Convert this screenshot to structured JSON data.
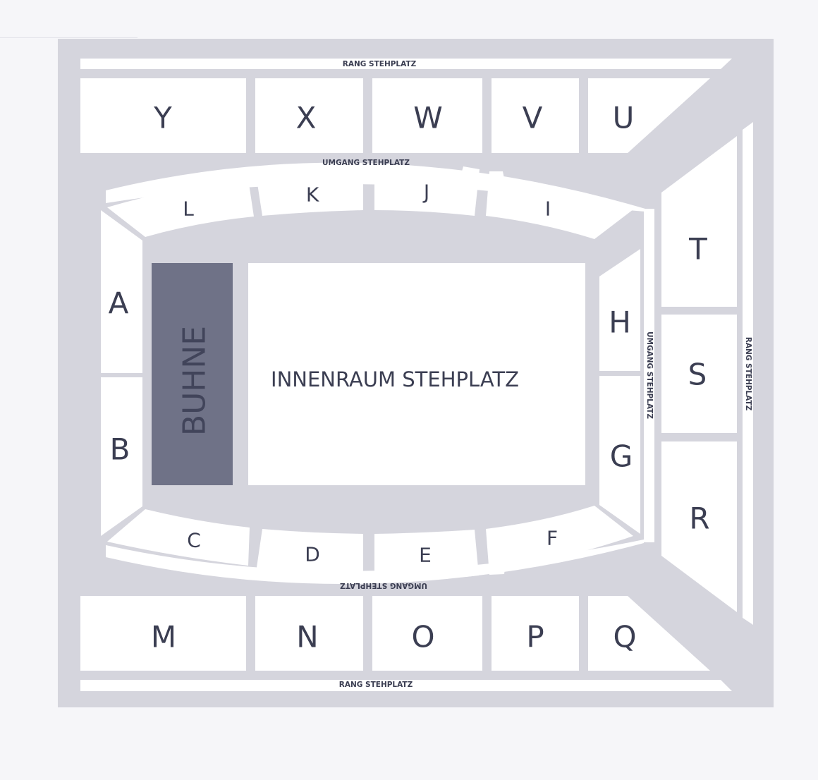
{
  "venue_map": {
    "colors": {
      "background": "#f6f6f9",
      "aisle": "#d5d5dd",
      "section": "#ffffff",
      "stage": "#6f7287",
      "label": "#3b3e52"
    },
    "stage": {
      "label": "BUHNE"
    },
    "floor": {
      "label": "INNENRAUM STEHPLATZ"
    },
    "standing": {
      "rang_top": "RANG STEHPLATZ",
      "rang_bottom": "RANG STEHPLATZ",
      "rang_right": "RANG STEHPLATZ",
      "umgang_top": "UMGANG STEHPLATZ",
      "umgang_bottom": "UMGANG STEHPLATZ",
      "umgang_right": "UMGANG STEHPLATZ"
    },
    "sections": {
      "A": "A",
      "B": "B",
      "C": "C",
      "D": "D",
      "E": "E",
      "F": "F",
      "G": "G",
      "H": "H",
      "I": "I",
      "J": "J",
      "K": "K",
      "L": "L",
      "M": "M",
      "N": "N",
      "O": "O",
      "P": "P",
      "Q": "Q",
      "R": "R",
      "S": "S",
      "T": "T",
      "U": "U",
      "V": "V",
      "W": "W",
      "X": "X",
      "Y": "Y"
    }
  }
}
